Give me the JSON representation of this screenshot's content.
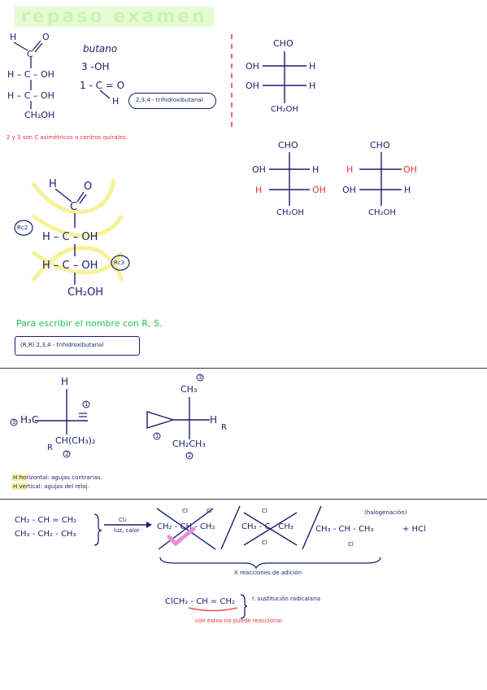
{
  "title": "repaso examen",
  "top": {
    "butanal": {
      "h": "H",
      "o": "O",
      "c1": "C",
      "r2": "H – C – OH",
      "r3": "H – C – OH",
      "bottom": "CH₂OH"
    },
    "name_block": {
      "line1": "butano",
      "line2": "3 -OH",
      "line3": "1 - C = O",
      "line4": "H"
    },
    "name_pill": "2,3,4 - trihidroxibutanal",
    "chiral_note": "2 y 3 son C asimétricos o centros quirales.",
    "fischer1": {
      "top": "CHO",
      "l1": "OH",
      "r1": "H",
      "l2": "OH",
      "r2": "H",
      "bottom": "CH₂OH"
    },
    "fischer2": {
      "top": "CHO",
      "l1": "OH",
      "r1": "H",
      "l2": "H",
      "r2": "OH",
      "bottom": "CH₂OH"
    },
    "fischer3": {
      "top": "CHO",
      "l1": "H",
      "r1": "OH",
      "l2": "OH",
      "r2": "H",
      "bottom": "CH₂OH"
    }
  },
  "mid": {
    "rc2": "Rc2",
    "rc3": "Rc3",
    "h": "H",
    "o": "O",
    "c1": "C",
    "r2": "H – C – OH",
    "r3": "H – C – OH",
    "bottom": "CH₂OH",
    "green_note": "Para escribir el nombre con R, S.",
    "name_box": "(R,R) 2,3,4 - trihidroxibutanal"
  },
  "stereo": {
    "left": {
      "top": "H",
      "left": "H₃C",
      "bottom": "CH(CH₃)₂",
      "n1": "1",
      "n2": "2",
      "n3": "3",
      "r": "R"
    },
    "right": {
      "top": "CH₃",
      "right": "H",
      "bottom": "CH₂CH₃",
      "n1": "1",
      "n2": "2",
      "n3": "3",
      "r": "R"
    },
    "note1": "H horizontal: agujas contrarias.",
    "note2": "H vertical: agujas del reloj."
  },
  "reaction": {
    "r1": "CH₂ - CH = CH₂",
    "r2": "CH₃ - CH₂ - CH₃",
    "reagent": "Cl₂",
    "conditions": "luz, calor",
    "p1": "CH₂ - CH - CH₂",
    "p1_cl1": "Cl",
    "p1_cl2": "Cl",
    "p2": "CH₃ - C - CH₃",
    "p2_cl1": "Cl",
    "p2_cl2": "Cl",
    "p3": "CH₃ - CH - CH₃",
    "p3_cl": "Cl",
    "p3_note": "(halogenación)",
    "hcl": "+ HCl",
    "addition_note": "X reacciones de adición",
    "product": "ClCH₂ - CH = CH₂",
    "product_note": "r. sustitución radicalaria",
    "red_note": "con estos no puede reaccionar"
  }
}
